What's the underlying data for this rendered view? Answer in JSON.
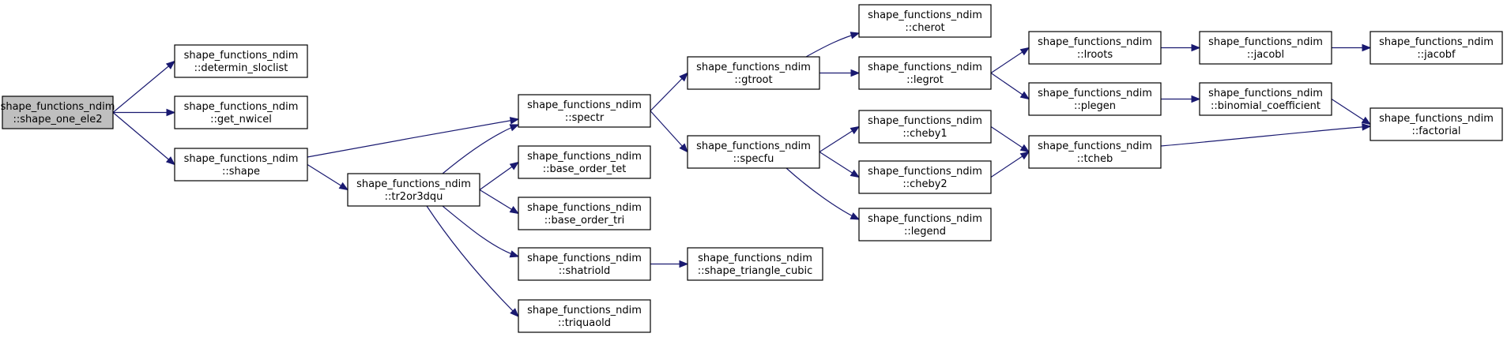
{
  "graph": {
    "nodes": [
      {
        "id": "shape_one_ele2",
        "line1": "shape_functions_ndim",
        "line2": "::shape_one_ele2",
        "root": true
      },
      {
        "id": "determin_sloclist",
        "line1": "shape_functions_ndim",
        "line2": "::determin_sloclist"
      },
      {
        "id": "get_nwicel",
        "line1": "shape_functions_ndim",
        "line2": "::get_nwicel"
      },
      {
        "id": "shape",
        "line1": "shape_functions_ndim",
        "line2": "::shape"
      },
      {
        "id": "tr2or3dqu",
        "line1": "shape_functions_ndim",
        "line2": "::tr2or3dqu"
      },
      {
        "id": "spectr",
        "line1": "shape_functions_ndim",
        "line2": "::spectr"
      },
      {
        "id": "base_order_tet",
        "line1": "shape_functions_ndim",
        "line2": "::base_order_tet"
      },
      {
        "id": "base_order_tri",
        "line1": "shape_functions_ndim",
        "line2": "::base_order_tri"
      },
      {
        "id": "shatriold",
        "line1": "shape_functions_ndim",
        "line2": "::shatriold"
      },
      {
        "id": "triquaold",
        "line1": "shape_functions_ndim",
        "line2": "::triquaold"
      },
      {
        "id": "gtroot",
        "line1": "shape_functions_ndim",
        "line2": "::gtroot"
      },
      {
        "id": "specfu",
        "line1": "shape_functions_ndim",
        "line2": "::specfu"
      },
      {
        "id": "shape_triangle_cubic",
        "line1": "shape_functions_ndim",
        "line2": "::shape_triangle_cubic"
      },
      {
        "id": "cherot",
        "line1": "shape_functions_ndim",
        "line2": "::cherot"
      },
      {
        "id": "legrot",
        "line1": "shape_functions_ndim",
        "line2": "::legrot"
      },
      {
        "id": "cheby1",
        "line1": "shape_functions_ndim",
        "line2": "::cheby1"
      },
      {
        "id": "cheby2",
        "line1": "shape_functions_ndim",
        "line2": "::cheby2"
      },
      {
        "id": "legend",
        "line1": "shape_functions_ndim",
        "line2": "::legend"
      },
      {
        "id": "lroots",
        "line1": "shape_functions_ndim",
        "line2": "::lroots"
      },
      {
        "id": "plegen",
        "line1": "shape_functions_ndim",
        "line2": "::plegen"
      },
      {
        "id": "tcheb",
        "line1": "shape_functions_ndim",
        "line2": "::tcheb"
      },
      {
        "id": "jacobl",
        "line1": "shape_functions_ndim",
        "line2": "::jacobl"
      },
      {
        "id": "binomial_coefficient",
        "line1": "shape_functions_ndim",
        "line2": "::binomial_coefficient"
      },
      {
        "id": "jacobf",
        "line1": "shape_functions_ndim",
        "line2": "::jacobf"
      },
      {
        "id": "factorial",
        "line1": "shape_functions_ndim",
        "line2": "::factorial"
      }
    ],
    "edges": [
      [
        "shape_one_ele2",
        "determin_sloclist"
      ],
      [
        "shape_one_ele2",
        "get_nwicel"
      ],
      [
        "shape_one_ele2",
        "shape"
      ],
      [
        "shape",
        "spectr"
      ],
      [
        "shape",
        "tr2or3dqu"
      ],
      [
        "tr2or3dqu",
        "spectr"
      ],
      [
        "tr2or3dqu",
        "base_order_tet"
      ],
      [
        "tr2or3dqu",
        "base_order_tri"
      ],
      [
        "tr2or3dqu",
        "shatriold"
      ],
      [
        "tr2or3dqu",
        "triquaold"
      ],
      [
        "spectr",
        "gtroot"
      ],
      [
        "spectr",
        "specfu"
      ],
      [
        "shatriold",
        "shape_triangle_cubic"
      ],
      [
        "gtroot",
        "cherot"
      ],
      [
        "gtroot",
        "legrot"
      ],
      [
        "specfu",
        "cheby1"
      ],
      [
        "specfu",
        "cheby2"
      ],
      [
        "specfu",
        "legend"
      ],
      [
        "legrot",
        "lroots"
      ],
      [
        "legrot",
        "plegen"
      ],
      [
        "cheby1",
        "tcheb"
      ],
      [
        "cheby2",
        "tcheb"
      ],
      [
        "lroots",
        "jacobl"
      ],
      [
        "plegen",
        "binomial_coefficient"
      ],
      [
        "tcheb",
        "factorial"
      ],
      [
        "jacobl",
        "jacobf"
      ],
      [
        "binomial_coefficient",
        "factorial"
      ]
    ]
  },
  "colors": {
    "edge": "#191970",
    "root_fill": "#bfbfbf",
    "node_fill": "#ffffff",
    "border": "#000000"
  }
}
